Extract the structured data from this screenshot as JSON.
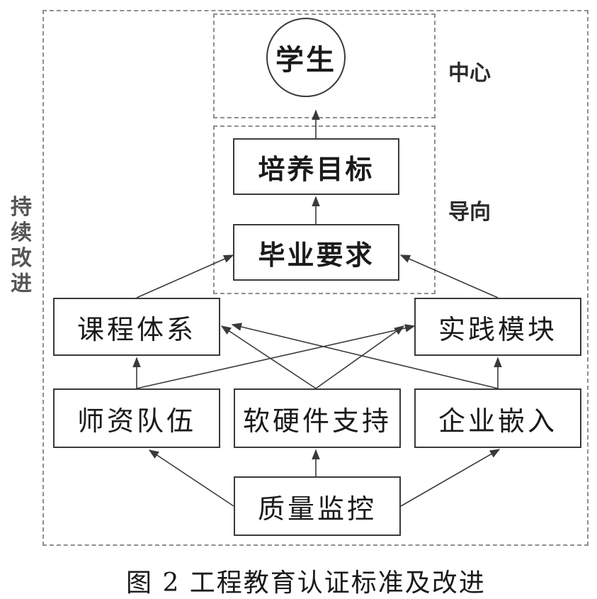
{
  "diagram": {
    "center_node": "学生",
    "center_label": "中心",
    "guide_label": "导向",
    "improve_label": "持续改进",
    "nodes": {
      "goal": "培养目标",
      "requirement": "毕业要求",
      "curriculum": "课程体系",
      "practice": "实践模块",
      "faculty": "师资队伍",
      "facilities": "软硬件支持",
      "enterprise": "企业嵌入",
      "quality": "质量监控"
    }
  },
  "caption": "图 2  工程教育认证标准及改进"
}
